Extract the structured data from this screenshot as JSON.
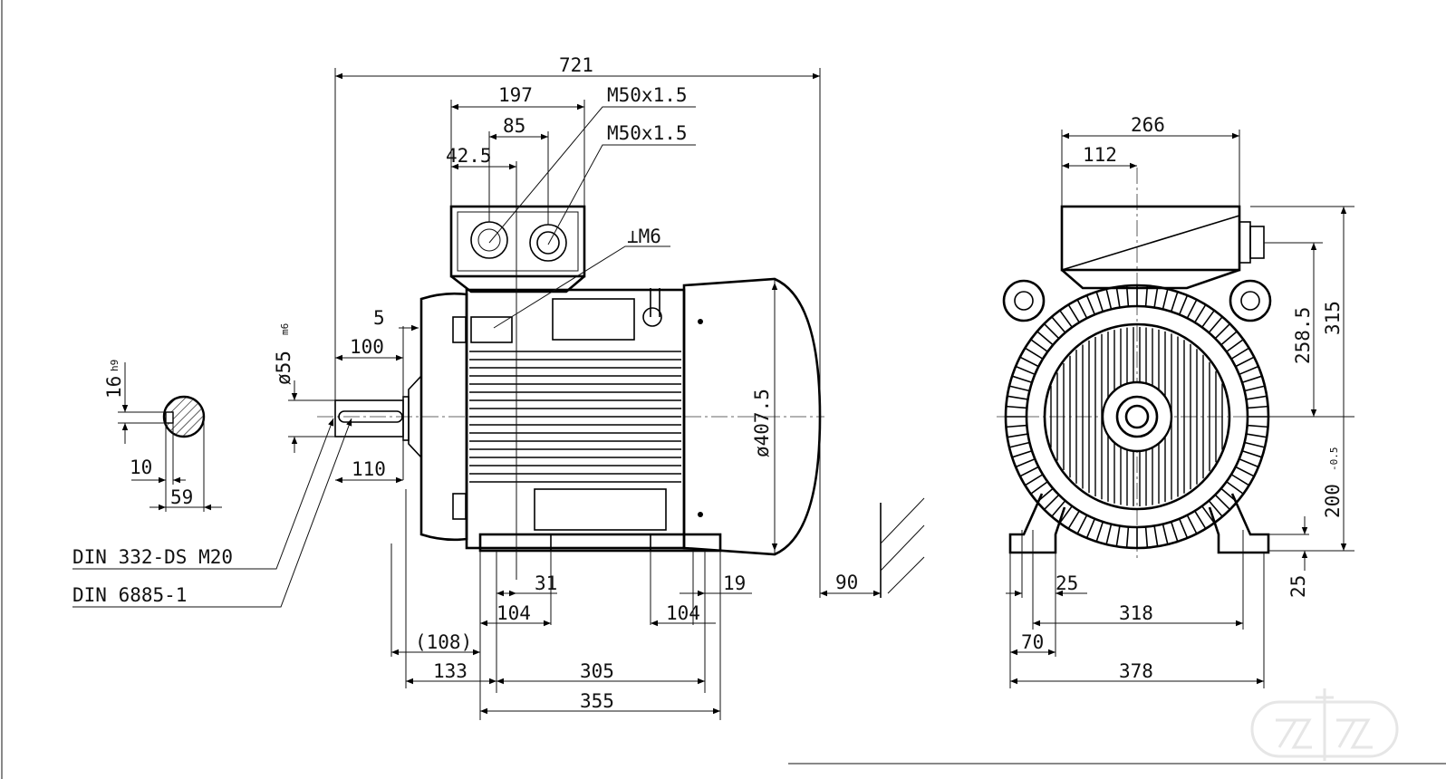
{
  "title": "Motor dimension drawing",
  "dims": {
    "overall_length": "721",
    "tbox_width": "197",
    "gland_spacing": "85",
    "gland_offset": "42.5",
    "gland1": "M50x1.5",
    "gland2": "M50x1.5",
    "earth": "⊥M6",
    "flange_gap": "5",
    "shaft_key_len": "100",
    "shaft_dia": "ø55",
    "shaft_dia_tol": "m6",
    "shaft_len": "110",
    "key_width": "16",
    "key_width_tol": "h9",
    "key_depth": "10",
    "shaft_height": "59",
    "fan_dia": "ø407.5",
    "centre_thread": "DIN 332-DS M20",
    "key_std": "DIN 6885-1",
    "foot_31": "31",
    "foot_19": "19",
    "clearance_90": "90",
    "foot_104_a": "104",
    "foot_104_b": "104",
    "ref_108": "(108)",
    "dim_133": "133",
    "dim_305": "305",
    "dim_355": "355",
    "front_266": "266",
    "front_112": "112",
    "front_258_5": "258.5",
    "front_315": "315",
    "front_200": "200",
    "front_200_tol": "-0.5",
    "front_25_h": "25",
    "front_25_w": "25",
    "front_318": "318",
    "front_70": "70",
    "front_378": "378"
  },
  "watermark": "Z&Z"
}
